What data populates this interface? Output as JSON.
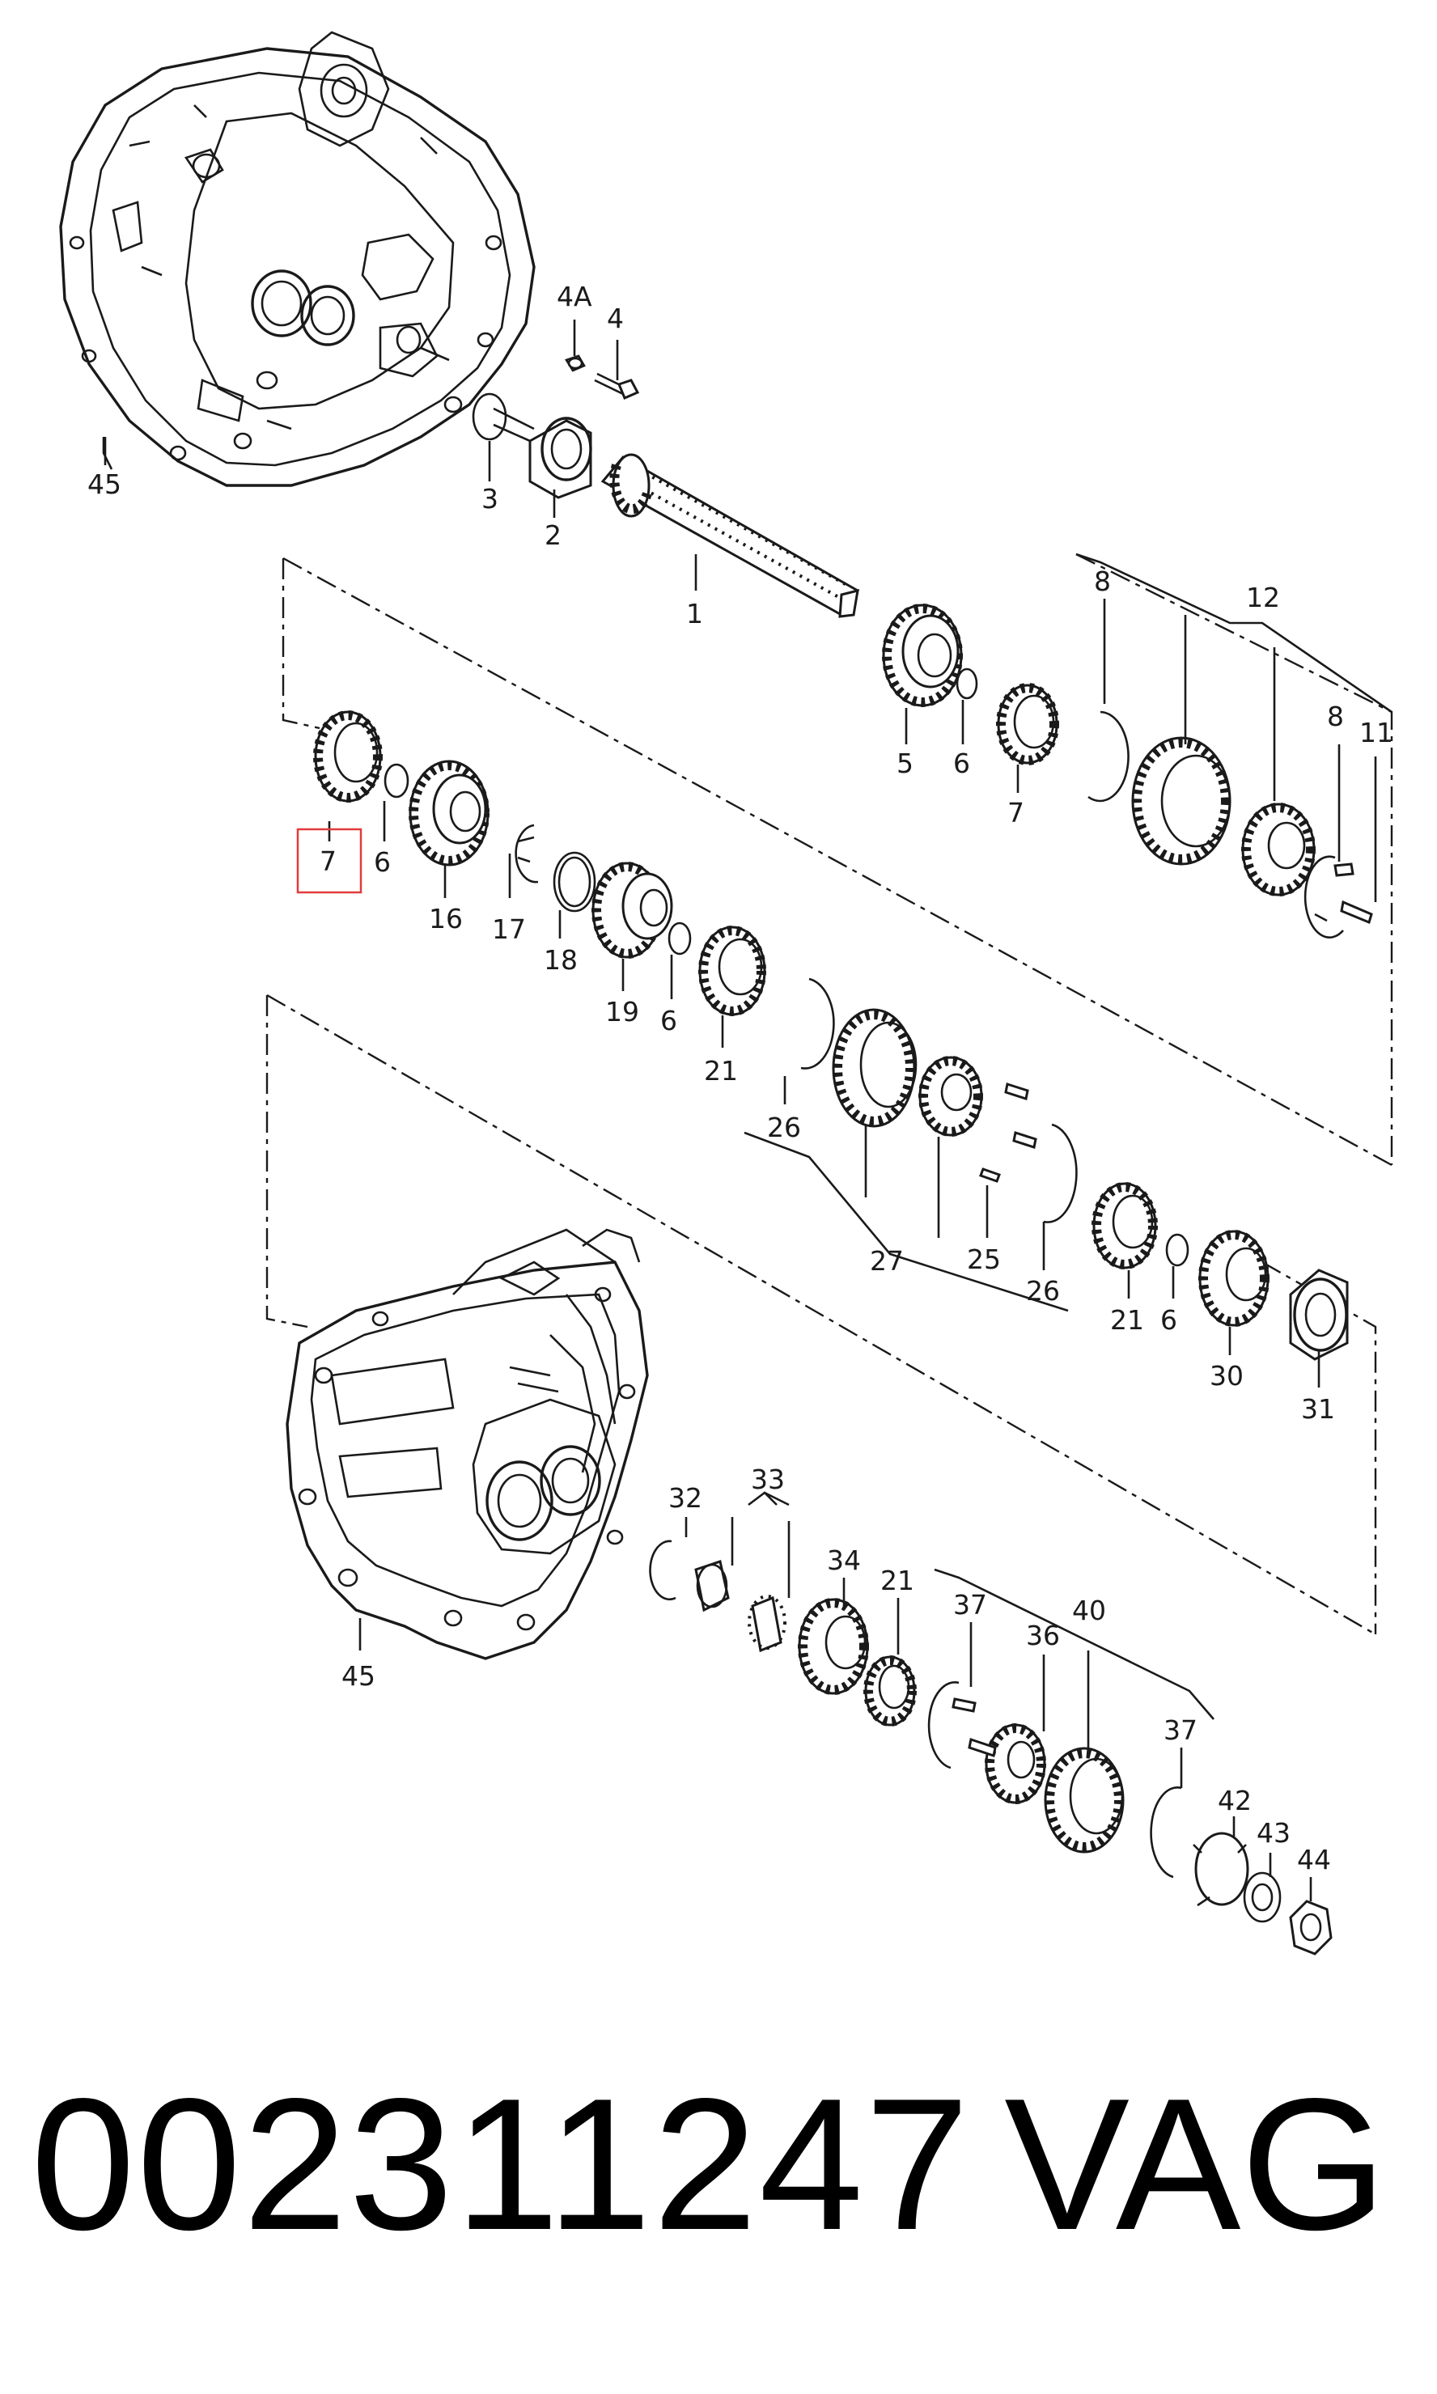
{
  "diagram": {
    "labels": {
      "l45a": "45",
      "l4a": "4A",
      "l4": "4",
      "l3": "3",
      "l2": "2",
      "l1": "1",
      "l8a": "8",
      "l12": "12",
      "l8b": "8",
      "l11": "11",
      "l5": "5",
      "l6a": "6",
      "l7a": "7",
      "l7b": "7",
      "l6b": "6",
      "l16": "16",
      "l17": "17",
      "l18": "18",
      "l19": "19",
      "l6c": "6",
      "l21a": "21",
      "l26a": "26",
      "l27": "27",
      "l25": "25",
      "l26b": "26",
      "l21b": "21",
      "l6d": "6",
      "l30": "30",
      "l31": "31",
      "l32": "32",
      "l33": "33",
      "l34": "34",
      "l21c": "21",
      "l37a": "37",
      "l36": "36",
      "l40": "40",
      "l37b": "37",
      "l42": "42",
      "l43": "43",
      "l44": "44",
      "l45b": "45"
    },
    "highlight_color": "#e23b3b"
  },
  "footer": {
    "part_number": "002311247",
    "brand": "VAG"
  }
}
